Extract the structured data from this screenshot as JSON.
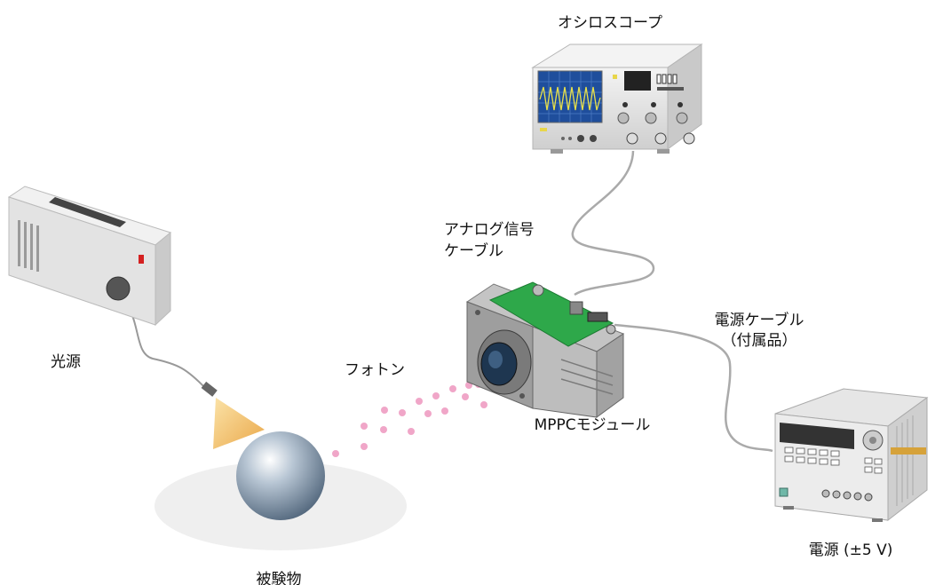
{
  "labels": {
    "oscilloscope": "オシロスコープ",
    "analog_cable_line1": "アナログ信号",
    "analog_cable_line2": "ケーブル",
    "power_cable_line1": "電源ケーブル",
    "power_cable_line2": "（付属品）",
    "light_source": "光源",
    "photon": "フォトン",
    "module": "MPPCモジュール",
    "power_supply": "電源 (±5 V)",
    "subject": "被験物"
  },
  "colors": {
    "photon": "#f0a6c8",
    "pcb": "#2ea84a",
    "cable": "#aaaaaa",
    "scope_screen": "#1f4e9c",
    "scope_wave": "#e8e04a",
    "sphere": "#7e93a8",
    "light_cone": "#f2c76a",
    "switch": "#d42020"
  }
}
